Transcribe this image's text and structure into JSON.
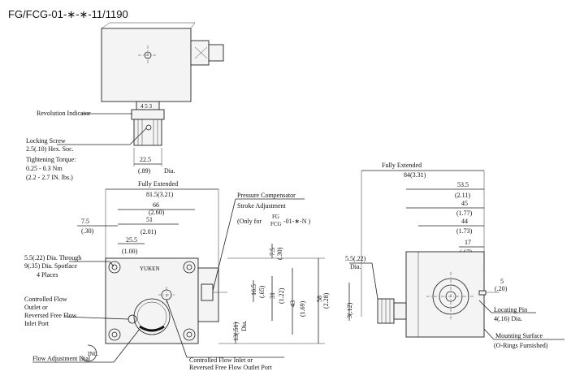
{
  "title": "FG/FCG-01-∗-∗-11/1190",
  "labels": {
    "revolution_indicator": "Revolution Indicator",
    "locking_screw_1": "Locking Screw",
    "locking_screw_2": "2.5(.10) Hex. Soc.",
    "locking_screw_3": "Tightening Torque:",
    "locking_screw_4": "0.25 - 0.3 Nm",
    "locking_screw_5": "(2.2 - 2.7 IN. lbs.)",
    "knob_dim": "22.5",
    "knob_dim_in": "(.89)",
    "dia": "Dia.",
    "fully_extended": "Fully Extended",
    "front_width": "81.5(3.21)",
    "dim66": "66",
    "dim66_in": "(2.60)",
    "dim51": "51",
    "dim51_in": "(2.01)",
    "dim7_5": "7.5",
    "dim7_5_in": "(.30)",
    "dim25_5": "25.5",
    "dim25_5_in": "(1.00)",
    "pc_1": "Pressure Compensator",
    "pc_2": "Stroke Adjustment",
    "pc_3": "(Only for",
    "pc_fg": "FG",
    "pc_fcg": "FCG",
    "pc_4": "-01-∗-N )",
    "hole_1": "5.5(.22) Dia. Through",
    "hole_2": "9(.35) Dia. Spotface",
    "hole_3": "4 Places",
    "cf_1": "Controlled Flow",
    "cf_2": "Outlet or",
    "cf_3": "Reversed Free Flow",
    "cf_4": "Inlet Port",
    "inc": "INC.",
    "fad": "Flow Adjustment Dial",
    "cfi_1": "Controlled Flow Inlet or",
    "cfi_2": "Reversed Free Flow Outlet Port",
    "yuken": "YUKEN",
    "v16_5": "16.5",
    "v16_5_in": "(.65)",
    "v31": "31",
    "v31_in": "(1.22)",
    "v43": "43",
    "v43_in": "(1.69)",
    "v58": "58",
    "v58_in": "(2.28)",
    "v7_5": "7.5",
    "v7_5_in": "(.30)",
    "v13": "13(.51)",
    "side_fully": "Fully Extended",
    "side_84": "84(3.31)",
    "s53_5": "53.5",
    "s53_5_in": "(2.11)",
    "s45": "45",
    "s45_in": "(1.77)",
    "s44": "44",
    "s44_in": "(1.73)",
    "s17": "17",
    "s17_in": "(.67)",
    "s5_5": "5.5(.22)",
    "s5": "5",
    "s5_in": "(.20)",
    "s3": "3(.12)",
    "locating_1": "Locating Pin",
    "locating_2": "4(.16) Dia.",
    "mount_1": "Mounting Surface",
    "mount_2": "(O-Rings Furnished)",
    "dial_digits": "4 5 3"
  }
}
